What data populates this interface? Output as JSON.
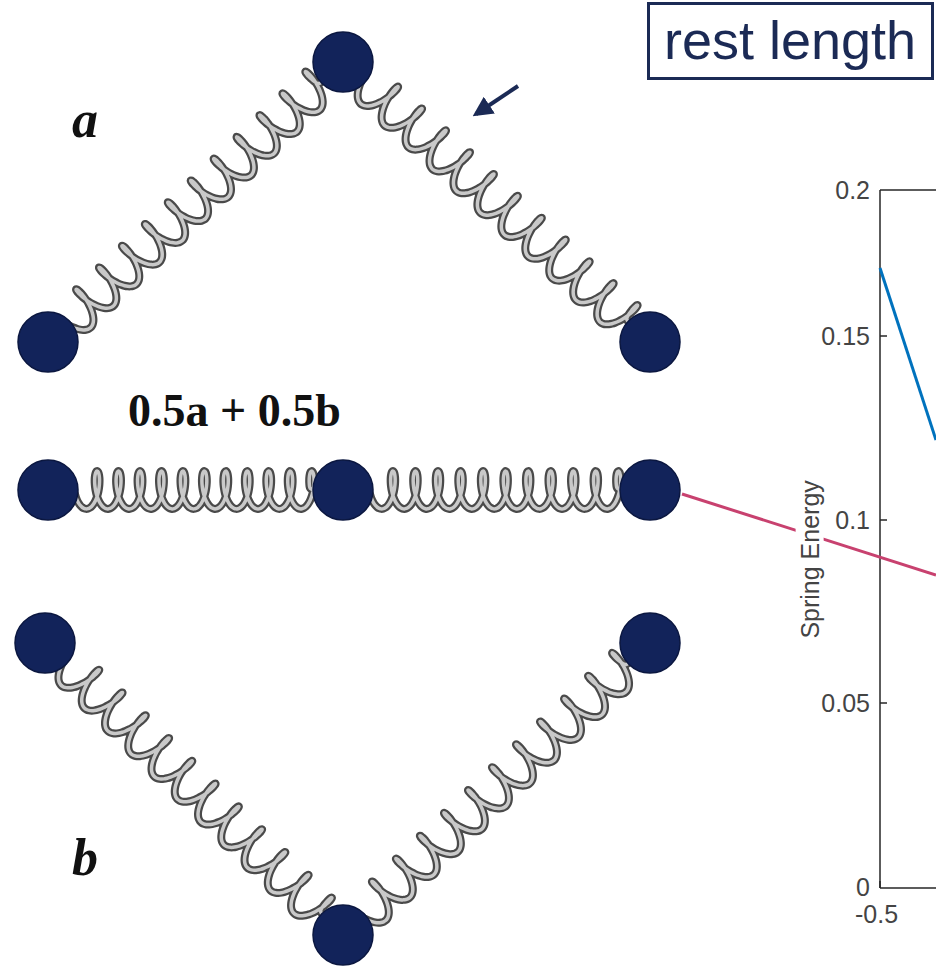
{
  "diagram": {
    "nodes": [
      {
        "text": [
          "rest length"
        ]
      }
    ],
    "labels": [
      "a",
      "0.5a + 0.5b",
      "b",
      "0.2",
      "0.15",
      "Spring Energy",
      "0.1",
      "0.05",
      "0",
      "-0.5"
    ]
  }
}
